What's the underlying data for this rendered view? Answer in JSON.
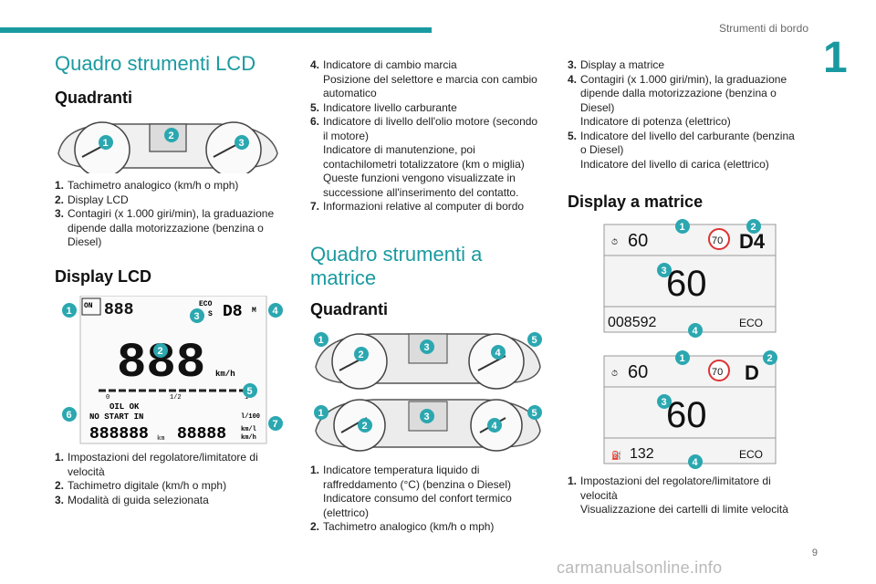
{
  "header": {
    "section": "Strumenti di bordo",
    "chapter": "1",
    "page_number": "9"
  },
  "col1": {
    "title": "Quadro strumenti LCD",
    "quadranti_heading": "Quadranti",
    "dial_list": [
      {
        "n": "1.",
        "t": [
          "Tachimetro analogico (km/h o mph)"
        ]
      },
      {
        "n": "2.",
        "t": [
          "Display LCD"
        ]
      },
      {
        "n": "3.",
        "t": [
          "Contagiri (x 1.000 giri/min), la graduazione dipende dalla motorizzazione (benzina o Diesel)"
        ]
      }
    ],
    "lcd_heading": "Display LCD",
    "lcd_display": {
      "on": "ON",
      "eco": "ECO",
      "s": "S",
      "d": "D8",
      "m": "M",
      "speed": "888",
      "unit": "km/h",
      "half": "1/2",
      "zero": "0",
      "one": "1",
      "oil": "OIL OK",
      "nostart": "NO START IN",
      "odo1": "888888",
      "km": "km",
      "odo2": "88888",
      "l100": "l/100",
      "kml": "km/l",
      "kmh2": "km/h"
    },
    "lcd_list": [
      {
        "n": "1.",
        "t": [
          "Impostazioni del regolatore/limitatore di velocità"
        ]
      },
      {
        "n": "2.",
        "t": [
          "Tachimetro digitale (km/h o mph)"
        ]
      },
      {
        "n": "3.",
        "t": [
          "Modalità di guida selezionata"
        ]
      }
    ]
  },
  "col2": {
    "list": [
      {
        "n": "4.",
        "t": [
          "Indicatore di cambio marcia",
          "Posizione del selettore e marcia con cambio automatico"
        ]
      },
      {
        "n": "5.",
        "t": [
          "Indicatore livello carburante"
        ]
      },
      {
        "n": "6.",
        "t": [
          "Indicatore di livello dell'olio motore (secondo il motore)",
          "Indicatore di manutenzione, poi contachilometri totalizzatore (km o miglia)",
          "Queste funzioni vengono visualizzate in successione all'inserimento del contatto."
        ]
      },
      {
        "n": "7.",
        "t": [
          "Informazioni relative al computer di bordo"
        ]
      }
    ],
    "title": "Quadro strumenti a matrice",
    "quadranti_heading": "Quadranti",
    "list2": [
      {
        "n": "1.",
        "t": [
          "Indicatore temperatura liquido di raffreddamento (°C) (benzina o Diesel)",
          "Indicatore consumo del confort termico (elettrico)"
        ]
      },
      {
        "n": "2.",
        "t": [
          "Tachimetro analogico (km/h o mph)"
        ]
      }
    ]
  },
  "col3": {
    "list": [
      {
        "n": "3.",
        "t": [
          "Display a matrice"
        ]
      },
      {
        "n": "4.",
        "t": [
          "Contagiri (x 1.000 giri/min), la graduazione dipende dalla motorizzazione (benzina o Diesel)",
          "Indicatore di potenza (elettrico)"
        ]
      },
      {
        "n": "5.",
        "t": [
          "Indicatore del livello del carburante (benzina o Diesel)",
          "Indicatore del livello di carica (elettrico)"
        ]
      }
    ],
    "matrix_heading": "Display a matrice",
    "matrix1": {
      "set": "60",
      "limit": "70",
      "gear": "D4",
      "speed": "60",
      "odo": "008592",
      "eco": "ECO"
    },
    "matrix2": {
      "set": "60",
      "limit": "70",
      "gear": "D",
      "speed": "60",
      "range": "132",
      "eco": "ECO"
    },
    "list2": [
      {
        "n": "1.",
        "t": [
          "Impostazioni del regolatore/limitatore di velocità",
          "Visualizzazione dei cartelli di limite velocità"
        ]
      }
    ]
  },
  "watermark": "carmanualsonline.info"
}
